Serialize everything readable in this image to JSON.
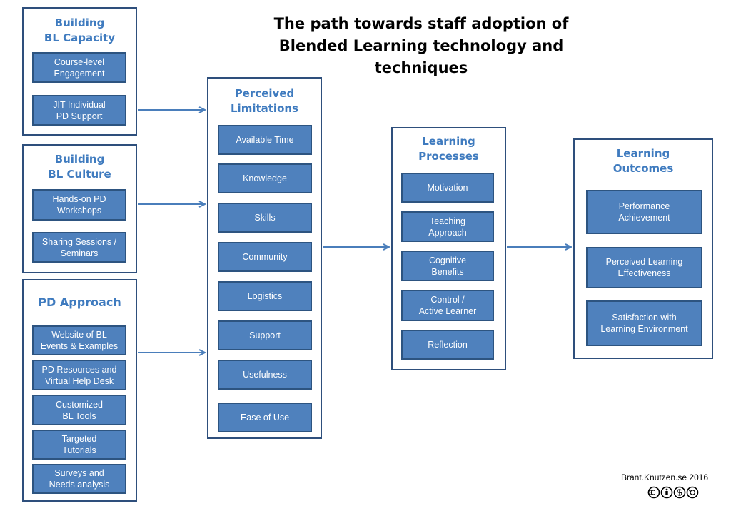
{
  "title": {
    "line1": "The path towards staff adoption of",
    "line2": "Blended Learning technology and techniques"
  },
  "groups": {
    "capacity": {
      "title1": "Building",
      "title2": "BL  Capacity",
      "items": [
        {
          "l1": "Course-level",
          "l2": "Engagement"
        },
        {
          "l1": "JIT Individual",
          "l2": "PD  Support"
        }
      ]
    },
    "culture": {
      "title1": "Building",
      "title2": "BL  Culture",
      "items": [
        {
          "l1": "Hands-on PD",
          "l2": "Workshops"
        },
        {
          "l1": "Sharing Sessions /",
          "l2": "Seminars"
        }
      ]
    },
    "approach": {
      "title1": "PD Approach",
      "items": [
        {
          "l1": "Website of BL",
          "l2": "Events & Examples"
        },
        {
          "l1": "PD Resources and",
          "l2": "Virtual Help Desk"
        },
        {
          "l1": "Customized",
          "l2": "BL  Tools"
        },
        {
          "l1": "Targeted",
          "l2": "Tutorials"
        },
        {
          "l1": "Surveys and",
          "l2": "Needs analysis"
        }
      ]
    },
    "limitations": {
      "title1": "Perceived",
      "title2": "Limitations",
      "items": [
        "Available Time",
        "Knowledge",
        "Skills",
        "Community",
        "Logistics",
        "Support",
        "Usefulness",
        "Ease of Use"
      ]
    },
    "processes": {
      "title1": "Learning",
      "title2": "Processes",
      "items": [
        {
          "l1": "Motivation"
        },
        {
          "l1": "Teaching",
          "l2": "Approach"
        },
        {
          "l1": "Cognitive",
          "l2": "Benefits"
        },
        {
          "l1": "Control /",
          "l2": "Active Learner"
        },
        {
          "l1": "Reflection"
        }
      ]
    },
    "outcomes": {
      "title1": "Learning",
      "title2": "Outcomes",
      "items": [
        {
          "l1": "Performance",
          "l2": "Achievement"
        },
        {
          "l1": "Perceived  Learning",
          "l2": "Effectiveness"
        },
        {
          "l1": "Satisfaction with",
          "l2": "Learning  Environment"
        }
      ]
    }
  },
  "credit": "Brant.Knutzen.se 2016",
  "license_icons": "cc-by-nc-sa-icons",
  "colors": {
    "item_fill": "#4f81bd",
    "item_border": "#2d5480",
    "group_border": "#2e4f7c",
    "heading": "#3f7bbf",
    "arrow": "#4a7ebb"
  }
}
